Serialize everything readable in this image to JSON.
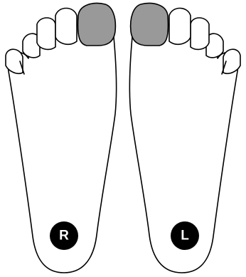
{
  "highlight_color": "#999999",
  "badge_color": "#000000",
  "right_foot": {
    "label": "R",
    "highlighted_toe": "big toe"
  },
  "left_foot": {
    "label": "L",
    "highlighted_toe": "big toe"
  }
}
